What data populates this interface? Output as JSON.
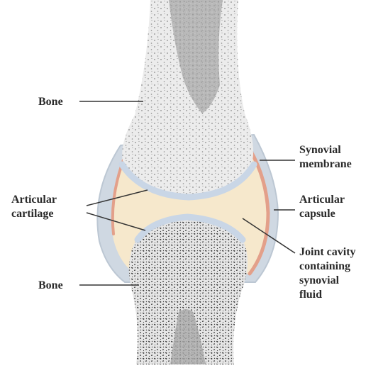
{
  "labels": {
    "bone_top": "Bone",
    "bone_bottom": "Bone",
    "articular_cartilage": [
      "Articular",
      "cartilage"
    ],
    "synovial_membrane": [
      "Synovial",
      "membrane"
    ],
    "articular_capsule": [
      "Articular",
      "capsule"
    ],
    "joint_cavity": [
      "Joint cavity",
      "containing",
      "synovial",
      "fluid"
    ]
  },
  "colors": {
    "bone_fill": "#ececec",
    "bone_speckle": "#8a8a8a",
    "marrow_dark": "#2a2a2a",
    "cartilage": "#c9d6e6",
    "synovial_fluid": "#f6e8cc",
    "synovial_membrane": "#e3a08a",
    "capsule": "#cfd8e2",
    "leader_line": "#333333",
    "text": "#2a2a2a"
  }
}
